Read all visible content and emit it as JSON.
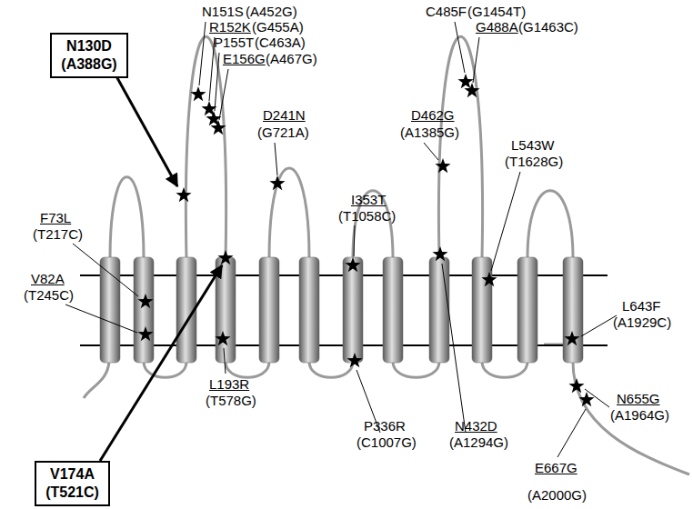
{
  "diagram": {
    "nodes": [
      {
        "text": [
          "N130D",
          "(A388G)"
        ]
      },
      {
        "text": [
          "V174A",
          "(T521C)"
        ]
      }
    ],
    "labels": [
      "N151S",
      "(A452G)",
      "R152K",
      "(G455A)",
      "P155T",
      "(C463A)",
      "E156G",
      "(A467G)",
      "C485F",
      "(G1454T)",
      "G488A",
      "(G1463C)",
      "D462G",
      "(A1385G)",
      "D241N",
      "(G721A)",
      "L543W",
      "(T1628G)",
      "F73L",
      "(T217C)",
      "I353T",
      "(T1058C)",
      "V82A",
      "(T245C)",
      "L643F",
      "(A1929C)",
      "L193R",
      "(T578G)",
      "P336R",
      "(C1007G)",
      "N432D",
      "(A1294G)",
      "N655G",
      "(A1964G)",
      "E667G",
      "(A2000G)"
    ]
  }
}
